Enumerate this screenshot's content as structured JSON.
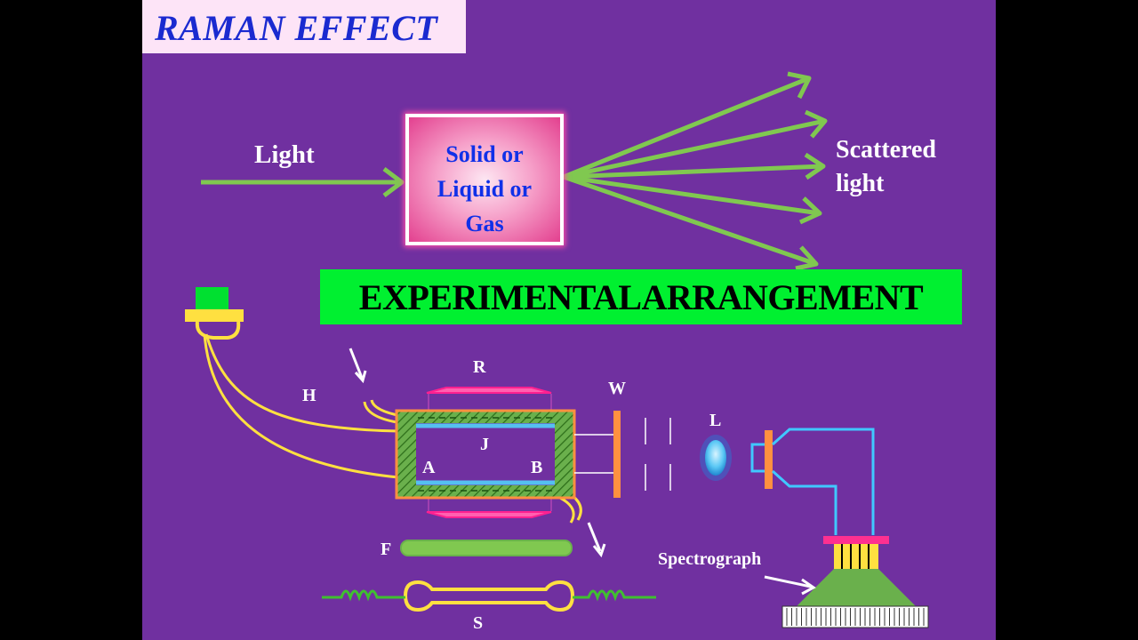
{
  "title": "RAMAN EFFECT",
  "incident_label": "Light",
  "sample_label": "Solid or\nLiquid or\nGas",
  "scattered_label": "Scattered\nlight",
  "banner": "EXPERIMENTALARRANGEMENT",
  "labels": {
    "R": "R",
    "H": "H",
    "J": "J",
    "A": "A",
    "B": "B",
    "W": "W",
    "L": "L",
    "F": "F",
    "S": "S",
    "spectrograph": "Spectrograph"
  },
  "colors": {
    "slide_background": "#7030a0",
    "arrow_green": "#80c850",
    "banner_green": "#00f030",
    "title_blue": "#1a2ad0",
    "tube_yellow": "#ffe040",
    "cyan": "#40c8ff",
    "orange": "#ff9040",
    "magenta": "#ff3090"
  }
}
